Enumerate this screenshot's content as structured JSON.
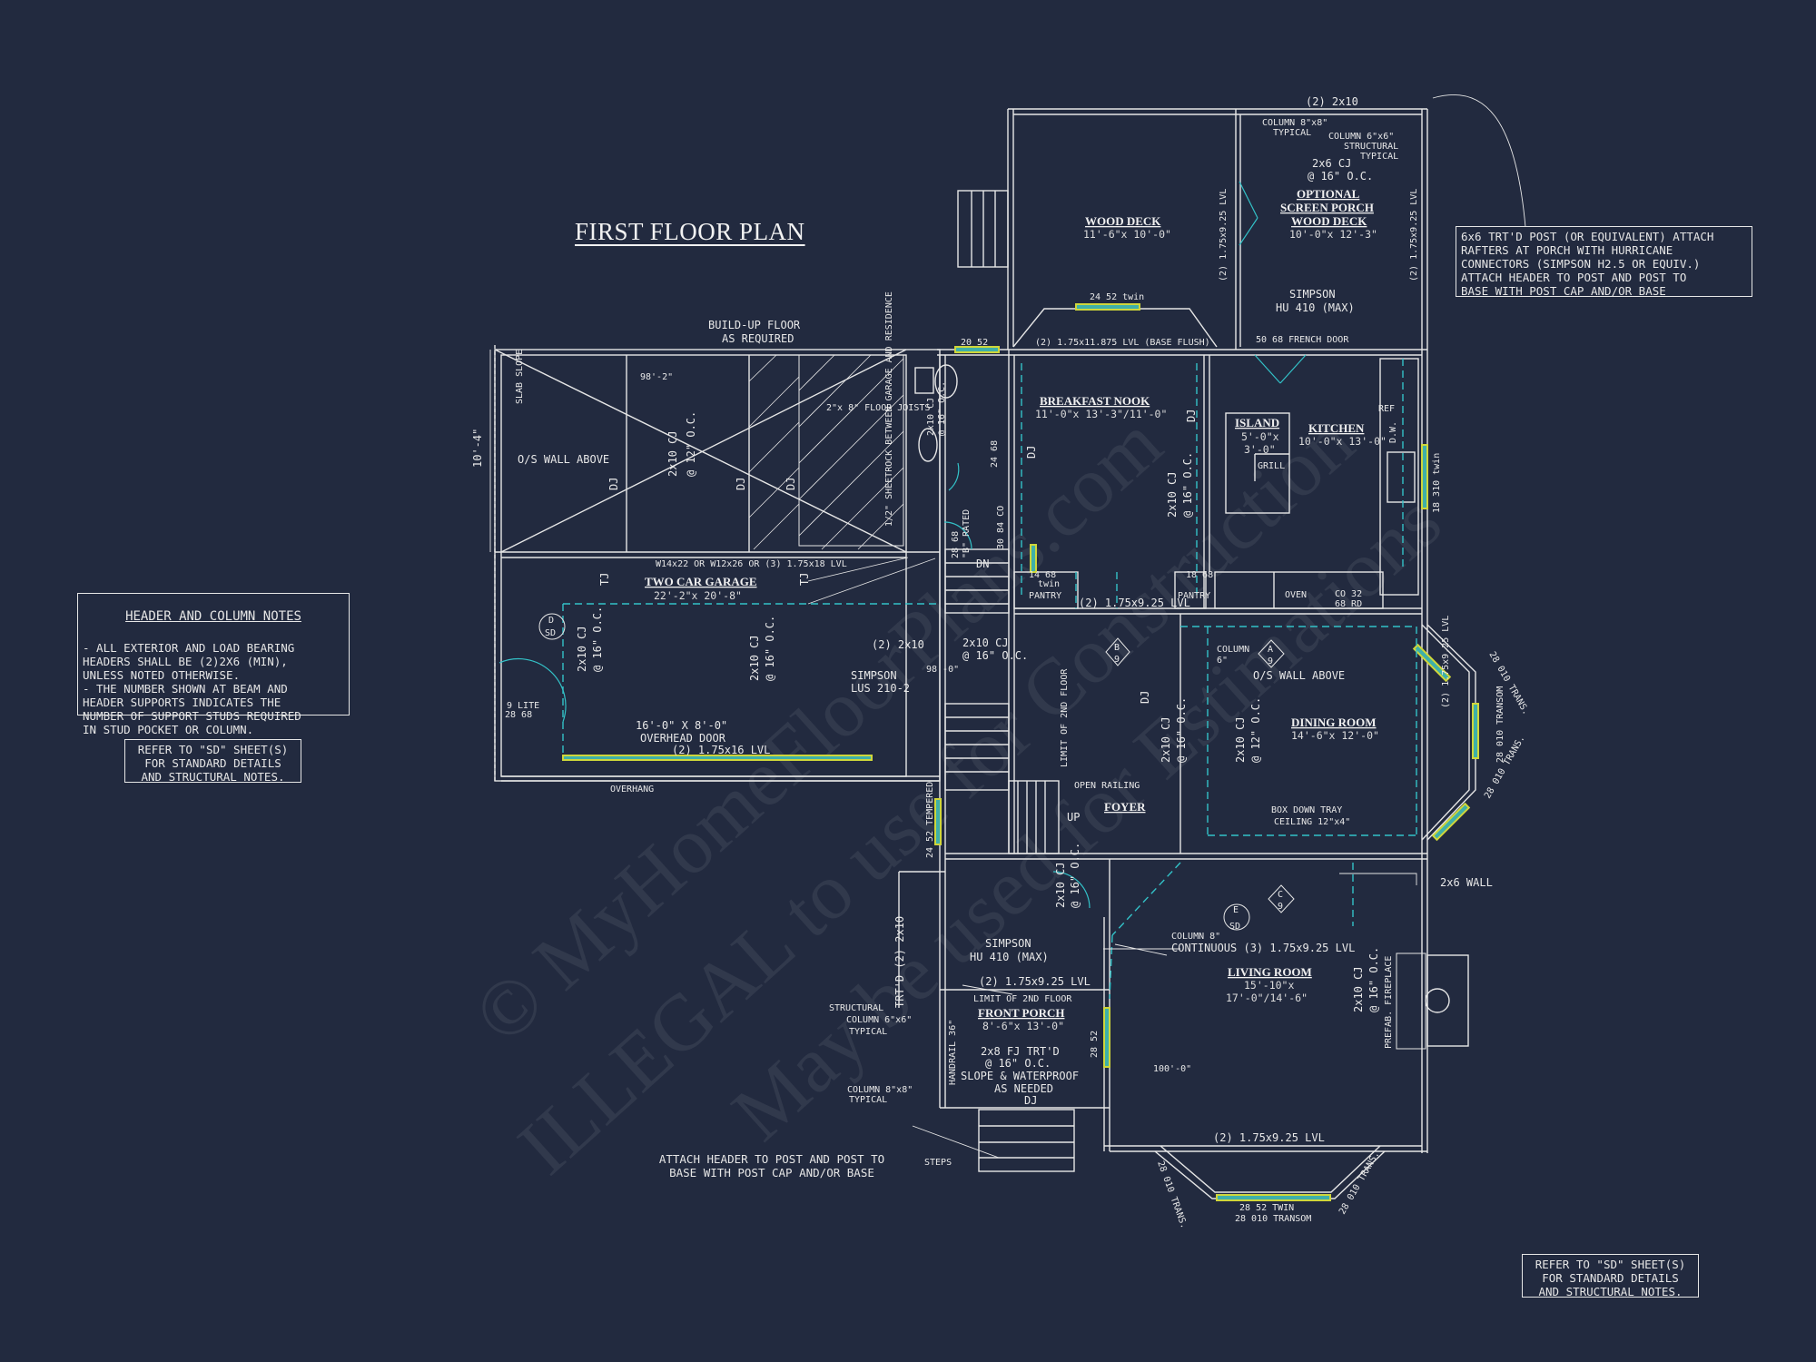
{
  "title": "FIRST FLOOR PLAN",
  "notes": {
    "header_column": {
      "heading": "HEADER AND COLUMN NOTES",
      "body": "- ALL EXTERIOR AND LOAD BEARING\nHEADERS SHALL BE (2)2X6 (MIN),\nUNLESS NOTED OTHERWISE.\n- THE NUMBER SHOWN AT BEAM AND\nHEADER SUPPORTS INDICATES THE\nNUMBER OF SUPPORT STUDS REQUIRED\nIN STUD POCKET OR COLUMN."
    },
    "refer_left": "REFER TO \"SD\" SHEET(S)\nFOR STANDARD DETAILS\nAND STRUCTURAL NOTES.",
    "refer_right": "REFER TO \"SD\" SHEET(S)\nFOR STANDARD DETAILS\nAND STRUCTURAL NOTES.",
    "post_note": "6x6 TRT'D POST (OR EQUIVALENT) ATTACH\nRAFTERS AT PORCH WITH HURRICANE\nCONNECTORS (SIMPSON H2.5 OR EQUIV.)\nATTACH HEADER TO POST AND POST TO\nBASE WITH POST CAP AND/OR BASE",
    "attach_note": "ATTACH HEADER TO POST AND POST TO\nBASE WITH POST CAP AND/OR BASE"
  },
  "rooms": {
    "wood_deck": {
      "name": "WOOD DECK",
      "dim": "11'-6\"x 10'-0\""
    },
    "screen_porch": {
      "name1": "OPTIONAL",
      "name2": "SCREEN PORCH",
      "name3": "WOOD DECK",
      "dim": "10'-0\"x 12'-3\""
    },
    "breakfast": {
      "name": "BREAKFAST NOOK",
      "dim": "11'-0\"x 13'-3\"/11'-0\""
    },
    "kitchen": {
      "name": "KITCHEN",
      "dim": "10'-0\"x 13'-0\""
    },
    "island": {
      "name": "ISLAND",
      "dim1": "5'-0\"x",
      "dim2": "3'-0\"",
      "grill": "GRILL"
    },
    "garage": {
      "name": "TWO CAR GARAGE",
      "dim": "22'-2\"x 20'-8\""
    },
    "dining": {
      "name": "DINING ROOM",
      "dim": "14'-6\"x 12'-0\""
    },
    "foyer": {
      "name": "FOYER"
    },
    "living": {
      "name": "LIVING ROOM",
      "dim1": "15'-10\"x",
      "dim2": "17'-0\"/14'-6\""
    },
    "front_porch": {
      "name": "FRONT PORCH",
      "dim": "8'-6\"x 13'-0\""
    }
  },
  "labels": {
    "two_2x10": "(2) 2x10",
    "column_8x8_typ": "COLUMN 8\"x8\"",
    "typical": "TYPICAL",
    "column_6x6": "COLUMN 6\"x6\"",
    "structural": "STRUCTURAL",
    "cj_2x6": "2x6 CJ",
    "oc_16": "@ 16\" O.C.",
    "simpson_hu410": "SIMPSON",
    "hu410_max": "HU 410 (MAX)",
    "french_door": "50 68 FRENCH DOOR",
    "lvl_base_flush": "(2) 1.75x11.875 LVL (BASE FLUSH)",
    "win_2452_twin": "24 52 twin",
    "win_2452": "24 52",
    "win_2052": "20 52",
    "lvl_side": "(2) 1.75x9.25 LVL",
    "build_up": "BUILD-UP FLOOR",
    "as_required": "AS REQUIRED",
    "dim_98_2": "98'-2\"",
    "os_wall_above": "O/S WALL ABOVE",
    "slab_slope": "SLAB SLOPE",
    "dim_10_4": "10'-4\"",
    "floor_joists": "2\"x 8\" FLOOR JOISTS",
    "sheetrock": "1/2\" SHEETROCK BETWEEN GARAGE AND RESIDENCE",
    "dj": "DJ",
    "tj": "TJ",
    "beam_w14": "W14x22 OR W12x26 OR (3) 1.75x18 LVL",
    "cj_2x10": "2x10 CJ",
    "oc_12": "@ 12\" O.C.",
    "ref": "REF",
    "dw": "D.W.",
    "win_18310": "18 310 twin",
    "pantry": "PANTRY",
    "twin": "twin",
    "oven": "OVEN",
    "co32": "CO 32",
    "rd68": "68 RD",
    "lvl_925": "(2) 1.75x9.25 LVL",
    "dn": "DN",
    "door_2868": "28 68",
    "b_rated": "\"B\" RATED",
    "door_3084": "30 84 CO",
    "door_2468": "24 68",
    "door_1468": "14 68",
    "door_1868": "18 68",
    "column_6": "COLUMN",
    "col_6in": "6\"",
    "trans_2852": "28 52",
    "trans_28010": "28 010 TRANS.",
    "transom_28010": "28 010 TRANSOM",
    "box_down": "BOX DOWN TRAY",
    "tray_ceiling": "CEILING 12\"x4\"",
    "door_9lite": "9 LITE",
    "overhead_door": "16'-0\" X 8'-0\"",
    "overhead_label": "OVERHEAD DOOR",
    "lvl_1_75x16": "(2) 1.75x16 LVL",
    "overhang": "OVERHANG",
    "simpson_lus": "SIMPSON",
    "lus210": "LUS 210-2",
    "dim_98_0": "98'-0\"",
    "limit_2nd": "LIMIT OF 2ND FLOOR",
    "open_railing": "OPEN RAILING",
    "up": "UP",
    "tempered": "24 52 TEMPERED",
    "trtd_2x10": "TRT'D (2) 2x10",
    "structural_col": "STRUCTURAL",
    "column_6x6_2": "COLUMN 6\"x6\"",
    "lvl_front": "(2) 1.75x9.25 LVL",
    "limit_2nd_floor": "LIMIT OF 2ND FLOOR",
    "fj_trtd": "2x8 FJ TRT'D",
    "slope": "SLOPE & WATERPROOF",
    "as_needed": "AS NEEDED",
    "handrail": "HANDRAIL 36\"",
    "column_8x8": "COLUMN 8\"x8\"",
    "steps": "STEPS",
    "column_8": "COLUMN 8\"",
    "continuous": "CONTINUOUS (3) 1.75x9.25 LVL",
    "wall_2x6": "2x6 WALL",
    "prefab": "PREFAB. FIREPLACE",
    "dim_100": "100'-0\"",
    "lvl_bottom": "(2) 1.75x9.25 LVL",
    "win_2852_twin": "28 52 TWIN",
    "transom_bottom": "28 010 TRANSOM",
    "sd": "SD",
    "a": "A",
    "b": "B",
    "c": "C",
    "d": "D",
    "e": "E",
    "nine": "9"
  },
  "watermarks": [
    "© MyHomeFloorPlans.com",
    "ILLEGAL to use for Construction",
    "May be used for Estimations"
  ],
  "colors": {
    "background": "#222a3f",
    "lines": "#e6e6e6",
    "window": "#cfd63a",
    "window_fill": "#3fb0a8",
    "dash": "#33c2c8"
  }
}
